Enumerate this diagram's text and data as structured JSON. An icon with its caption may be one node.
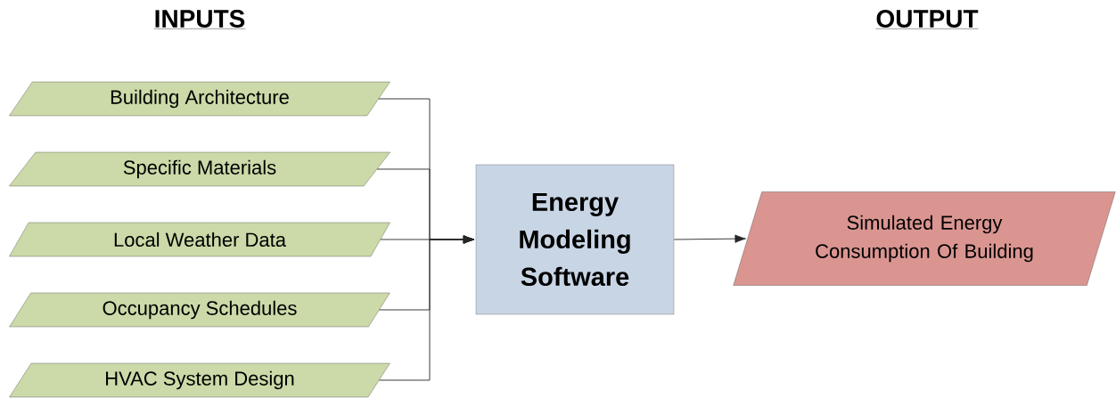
{
  "diagram": {
    "nodes": [
      {
        "text": [
          "Building Architecture"
        ]
      },
      {
        "text": [
          "Specific Materials"
        ]
      },
      {
        "text": [
          "Local Weather Data"
        ]
      },
      {
        "text": [
          "Occupancy Schedules"
        ]
      },
      {
        "text": [
          "HVAC System Design"
        ]
      },
      {
        "text": [
          "Energy Modeling Software"
        ]
      },
      {
        "text": [
          "Simulated Energy Consumption Of Building"
        ]
      }
    ],
    "edges": [
      {
        "from": 0,
        "to": 5,
        "arrow": "to"
      },
      {
        "from": 1,
        "to": 5,
        "arrow": "to"
      },
      {
        "from": 2,
        "to": 5,
        "arrow": "to"
      },
      {
        "from": 3,
        "to": 5,
        "arrow": "to"
      },
      {
        "from": 4,
        "to": 5,
        "arrow": "to"
      },
      {
        "from": 5,
        "to": 6,
        "arrow": "to"
      }
    ],
    "labels": [
      "INPUTS",
      "OUTPUT"
    ]
  }
}
